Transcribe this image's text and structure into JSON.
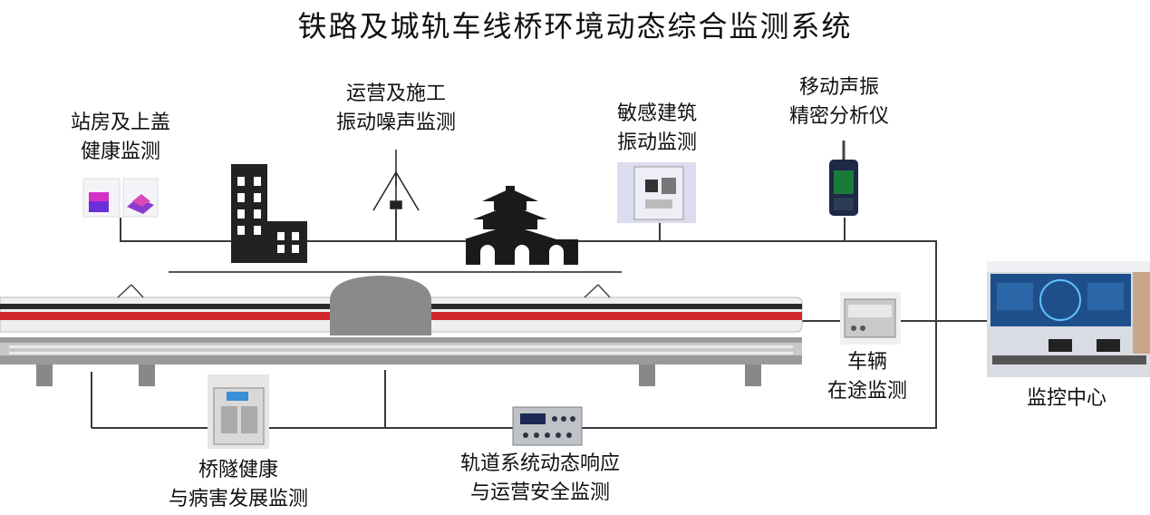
{
  "title": "铁路及城轨车线桥环境动态综合监测系统",
  "labels": {
    "station": [
      "站房及上盖",
      "健康监测"
    ],
    "noise": [
      "运营及施工",
      "振动噪声监测"
    ],
    "building": [
      "敏感建筑",
      "振动监测"
    ],
    "acoustic": [
      "移动声振",
      "精密分析仪"
    ],
    "vehicle": [
      "车辆",
      "在途监测"
    ],
    "control": [
      "监控中心"
    ],
    "bridge": [
      "桥隧健康",
      "与病害发展监测"
    ],
    "track": [
      "轨道系统动态响应",
      "与运营安全监测"
    ]
  },
  "colors": {
    "train_red": "#d0282c",
    "line": "#3a3a3a",
    "building": "#222222",
    "tunnel": "#8a8a8a",
    "screen_blue": "#1e4f8a"
  }
}
